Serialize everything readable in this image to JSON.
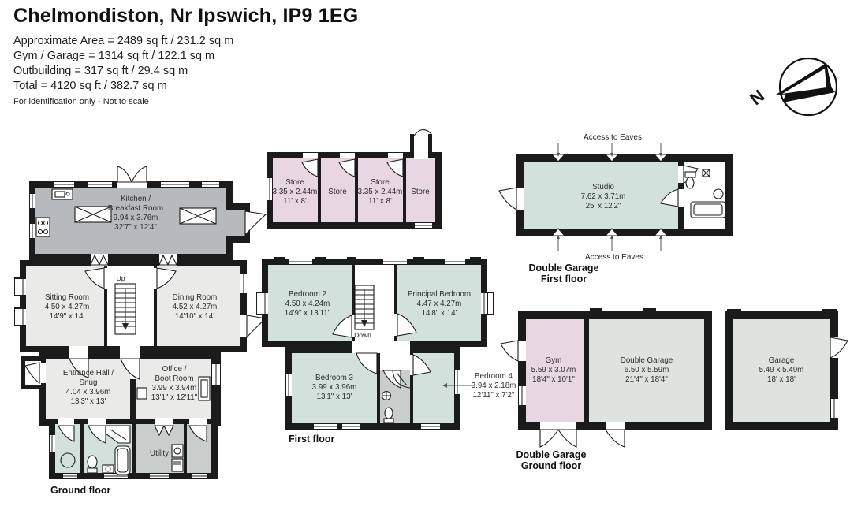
{
  "header": {
    "title": "Chelmondiston, Nr Ipswich, IP9 1EG",
    "area_lines": [
      "Approximate Area = 2489 sq ft / 231.2 sq m",
      "Gym / Garage = 1314 sq ft / 122.1 sq m",
      "Outbuilding = 317 sq ft / 29.4 sq m",
      "Total = 4120 sq ft / 382.7 sq m"
    ],
    "disclaimer": "For identification only - Not to scale"
  },
  "compass": {
    "north_label": "N"
  },
  "floor_labels": {
    "ground": "Ground floor",
    "first": "First floor",
    "garage_first_1": "Double Garage",
    "garage_first_2": "First floor",
    "garage_ground_1": "Double Garage",
    "garage_ground_2": "Ground floor"
  },
  "annotations": {
    "access_to_eaves_top": "Access to Eaves",
    "access_to_eaves_bottom": "Access to Eaves",
    "stairs_up": "Up",
    "stairs_down": "Down"
  },
  "rooms": {
    "kitchen": {
      "name1": "Kitchen /",
      "name2": "Breakfast Room",
      "metric": "9.94 x 3.76m",
      "imperial": "32'7\" x 12'4\""
    },
    "sitting_room": {
      "name1": "Sitting Room",
      "metric": "4.50 x 4.27m",
      "imperial": "14'9\" x 14'"
    },
    "dining_room": {
      "name1": "Dining Room",
      "metric": "4.52 x 4.27m",
      "imperial": "14'10\" x 14'"
    },
    "entrance_hall": {
      "name1": "Entrance Hall /",
      "name2": "Snug",
      "metric": "4.04 x 3.96m",
      "imperial": "13'3\" x 13'"
    },
    "office": {
      "name1": "Office /",
      "name2": "Boot Room",
      "metric": "3.99 x 3.94m",
      "imperial": "13'1\" x 12'11\""
    },
    "utility": {
      "name1": "Utility"
    },
    "store1": {
      "name1": "Store",
      "metric": "3.35 x 2.44m",
      "imperial": "11' x 8'"
    },
    "store2": {
      "name1": "Store"
    },
    "store3": {
      "name1": "Store",
      "metric": "3.35 x 2.44m",
      "imperial": "11' x 8'"
    },
    "store4": {
      "name1": "Store"
    },
    "bedroom2": {
      "name1": "Bedroom 2",
      "metric": "4.50 x 4.24m",
      "imperial": "14'9\" x 13'11\""
    },
    "principal_bedroom": {
      "name1": "Principal Bedroom",
      "metric": "4.47 x 4.27m",
      "imperial": "14'8\" x 14'"
    },
    "bedroom3": {
      "name1": "Bedroom 3",
      "metric": "3.99 x 3.96m",
      "imperial": "13'1\" x 13'"
    },
    "bedroom4": {
      "name1": "Bedroom 4",
      "metric": "3.94 x 2.18m",
      "imperial": "12'11\" x 7'2\""
    },
    "studio": {
      "name1": "Studio",
      "metric": "7.62 x 3.71m",
      "imperial": "25' x 12'2\""
    },
    "gym": {
      "name1": "Gym",
      "metric": "5.59 x 3.07m",
      "imperial": "18'4\" x 10'1\""
    },
    "double_garage": {
      "name1": "Double Garage",
      "metric": "6.50 x 5.59m",
      "imperial": "21'4\" x 18'4\""
    },
    "garage": {
      "name1": "Garage",
      "metric": "5.49 x 5.49m",
      "imperial": "18' x 18'"
    }
  },
  "colors": {
    "wall": "#1b1b1b",
    "kitchen_fill": "#b7babc",
    "light_room_fill": "#eaeae8",
    "teal_fill": "#d3e1dd",
    "gray_fill": "#c9cdcb",
    "pink_fill": "#e8d7e3",
    "garage_fill": "#dde3df",
    "text": "#2d2d2d"
  }
}
